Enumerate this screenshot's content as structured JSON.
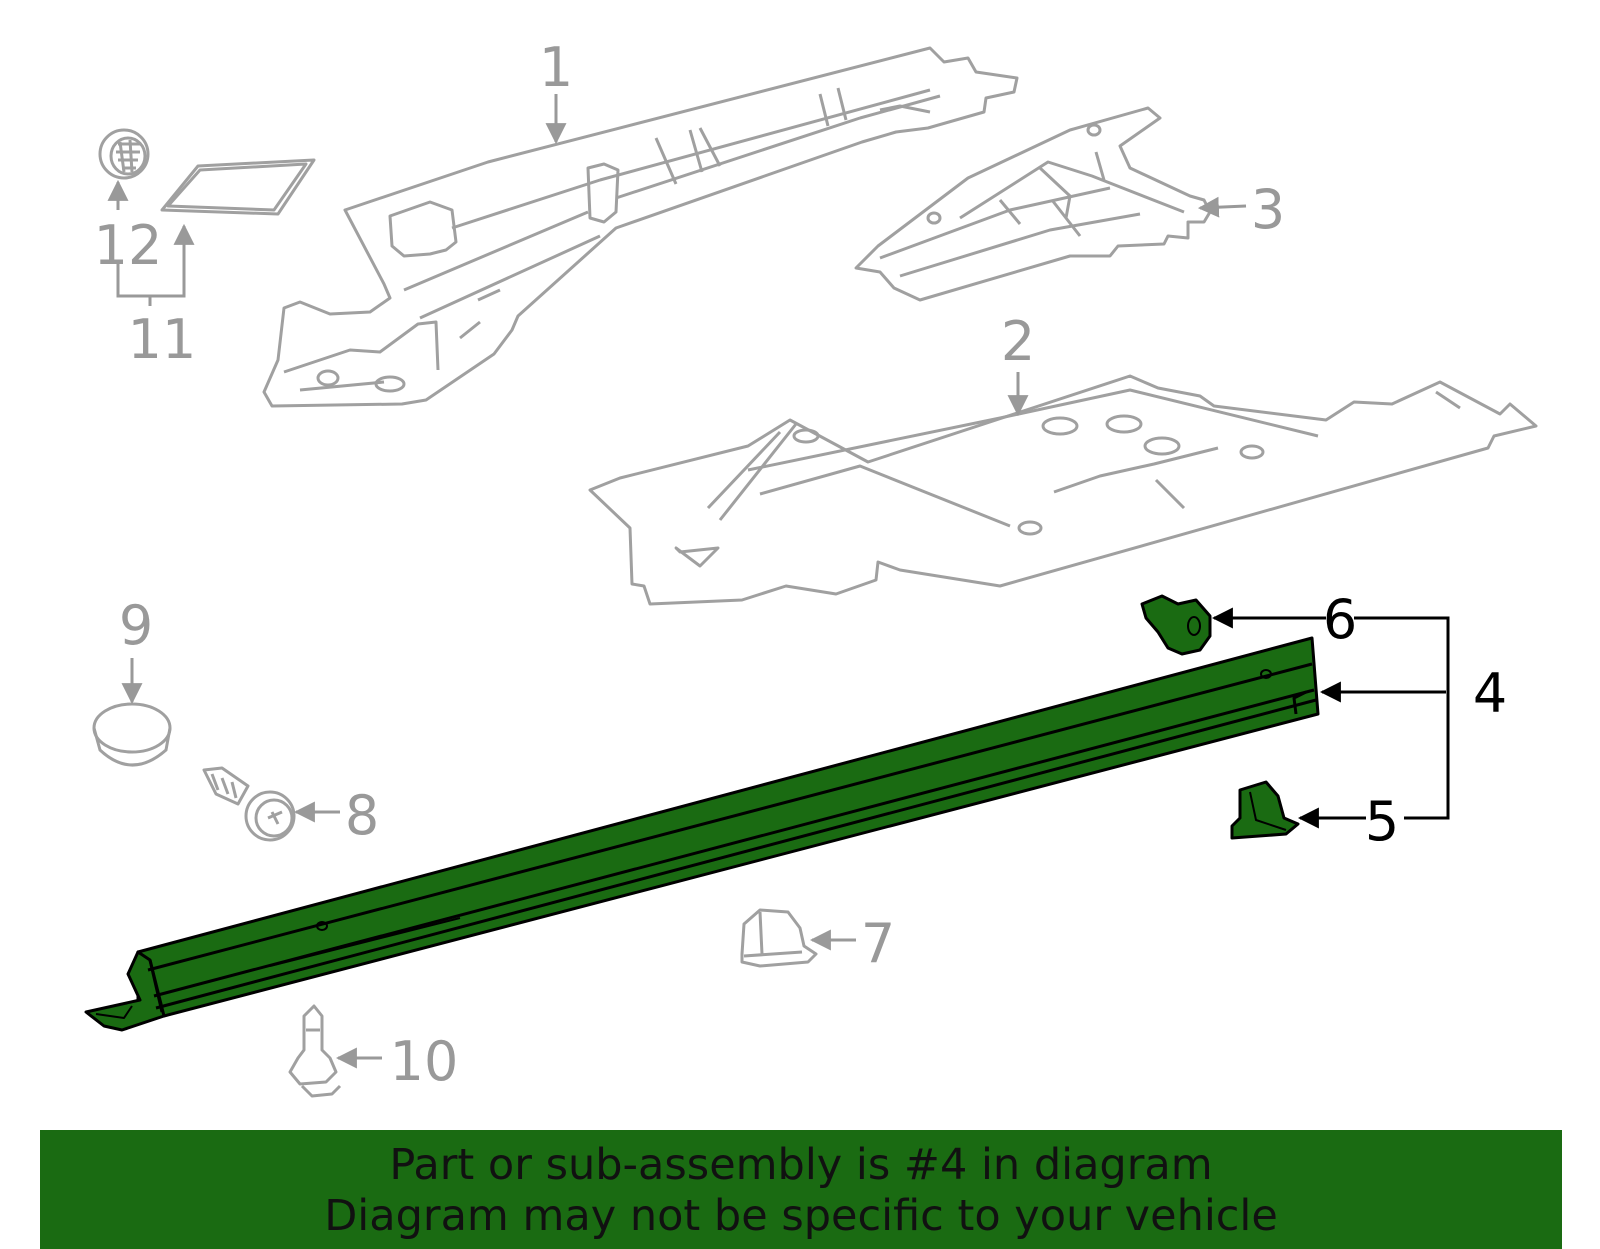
{
  "callouts": {
    "c1": "1",
    "c2": "2",
    "c3": "3",
    "c4": "4",
    "c5": "5",
    "c6": "6",
    "c7": "7",
    "c8": "8",
    "c9": "9",
    "c10": "10",
    "c11": "11",
    "c12": "12"
  },
  "banner": {
    "line1": "Part or sub-assembly is #4 in diagram",
    "line2": "Diagram may not be specific to your vehicle"
  },
  "colors": {
    "highlight": "#1a6b12",
    "part_stroke_gray": "#a0a0a0",
    "highlight_stroke": "#000000"
  }
}
